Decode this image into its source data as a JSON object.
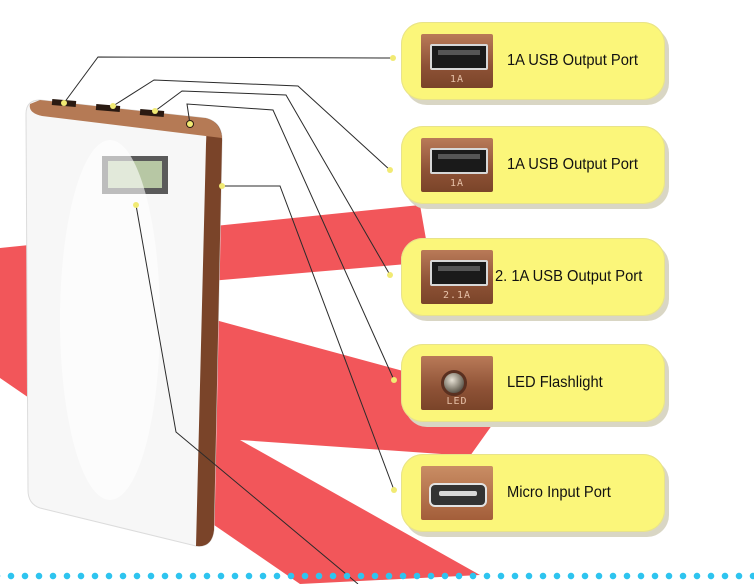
{
  "callouts": [
    {
      "thumb_label": "1A",
      "text": "1A  USB Output Port"
    },
    {
      "thumb_label": "1A",
      "text": "1A  USB  Output Port"
    },
    {
      "thumb_label": "2.1A",
      "text": "2. 1A  USB Output Port"
    },
    {
      "thumb_label": "LED",
      "text": "LED Flashlight"
    },
    {
      "thumb_label": "",
      "text": "Micro Input Port"
    }
  ],
  "colors": {
    "callout_fill": "#fbf67a",
    "accent_red": "#f2565a",
    "dot_border": "#2ec4ef",
    "bronze_trim": "#8e5236"
  },
  "icons": [
    "usb-port-icon",
    "led-lens-icon",
    "micro-usb-port-icon"
  ]
}
